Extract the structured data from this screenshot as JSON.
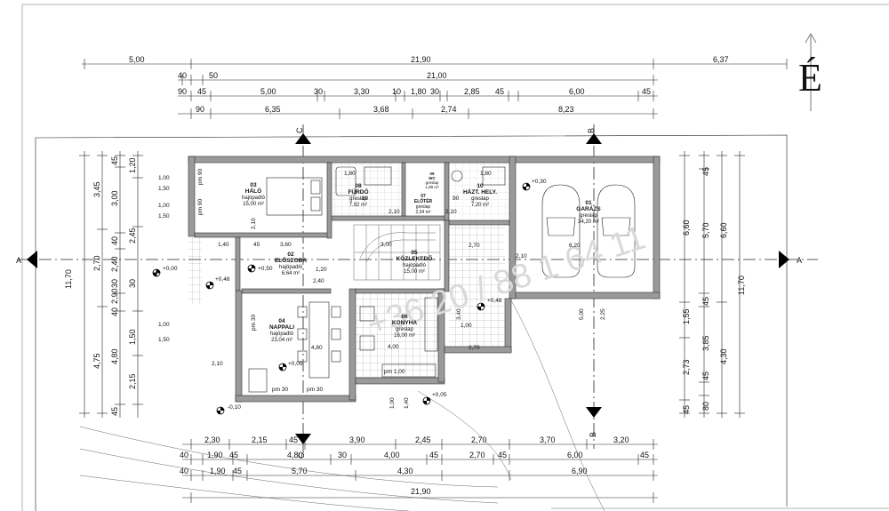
{
  "north": "É",
  "watermark": "+36 20 / 88 1 64 11",
  "sections": {
    "a": "A",
    "b": "B",
    "c": "C"
  },
  "top_dims": {
    "row1": [
      "5,00",
      "21,90",
      "6,37"
    ],
    "row2": [
      "40",
      "50",
      "21,00"
    ],
    "row3": [
      "90",
      "45",
      "5,00",
      "30",
      "3,30",
      "10",
      "1,80",
      "30",
      "2,85",
      "45",
      "6,00",
      "45"
    ],
    "row4": [
      "90",
      "6,35",
      "3,68",
      "2,74",
      "8,23"
    ]
  },
  "bottom_dims": {
    "row1": [
      "2,30",
      "2,15",
      "45",
      "3,90",
      "2,45",
      "2,70",
      "3,70",
      "3,20"
    ],
    "row2": [
      "40",
      "1,90",
      "45",
      "4,80",
      "30",
      "4,00",
      "45",
      "2,70",
      "45",
      "6,00",
      "45"
    ],
    "row3": [
      "40",
      "1,90",
      "45",
      "5,70",
      "4,30",
      "6,90"
    ],
    "row4": [
      "21,90"
    ]
  },
  "left_dims": {
    "outer": "11,70",
    "row2": [
      "3,45",
      "2,70",
      "4,75"
    ],
    "row3": [
      "45",
      "3,00",
      "40",
      "2,40",
      "30",
      "2,90",
      "40",
      "4,80",
      "45"
    ],
    "row4": [
      "1,20",
      "2,45",
      "30",
      "1,50",
      "2,15"
    ]
  },
  "right_dims": {
    "outer": "11,70",
    "row2": [
      "6,60",
      "1,55",
      "2,73",
      "45"
    ],
    "row3": [
      "45",
      "5,70",
      "45",
      "3,85",
      "45",
      "80"
    ],
    "row4": [
      "6,60",
      "4,30"
    ]
  },
  "rooms": [
    {
      "num": "03",
      "name": "HÁLÓ",
      "floor": "hajópadló",
      "area": "15,00 m²"
    },
    {
      "num": "08",
      "name": "FÜRDŐ",
      "floor": "greslap",
      "area": "7,92 m²"
    },
    {
      "num": "07",
      "name": "ELŐTÉR",
      "floor": "greslap",
      "area": "2,34 m²"
    },
    {
      "num": "10",
      "name": "HÁZT. HELY.",
      "floor": "greslap",
      "area": "7,20 m²"
    },
    {
      "num": "01",
      "name": "GARÁZS",
      "floor": "greslap",
      "area": "34,20 m²"
    },
    {
      "num": "02",
      "name": "ELŐSZOBA",
      "floor": "hajópadló",
      "area": "6,64 m²"
    },
    {
      "num": "05",
      "name": "KÖZLEKEDŐ",
      "floor": "hajópadló",
      "area": "15,00 m²"
    },
    {
      "num": "04",
      "name": "NAPPALI",
      "floor": "hajópadló",
      "area": "23,04 m²"
    },
    {
      "num": "06",
      "name": "KONYHA",
      "floor": "greslap",
      "area": "16,00 m²"
    },
    {
      "num": "09",
      "name": "WC",
      "floor": "greslap",
      "area": "1,89 m²"
    }
  ],
  "levels": [
    "+0,00",
    "+0,48",
    "+0,50",
    "+0,30",
    "+0,48",
    "+0,05",
    "+0,05",
    "-0,10"
  ],
  "inner_dims": [
    "1,00",
    "1,50",
    "1,00",
    "1,50",
    "1,00",
    "1,50",
    "2,10",
    "pm 90",
    "pm 90",
    "3,60",
    "45",
    "1,40",
    "1,20",
    "2,40",
    "3,00",
    "1,80",
    "1,80",
    "90",
    "90",
    "2,10",
    "2,10",
    "6,20",
    "2,10",
    "2,70",
    "4,80",
    "2,10",
    "pm 30",
    "pm 30",
    "pm 30",
    "4,00",
    "pm 1,00",
    "1,40",
    "1,00",
    "2,70",
    "3,40",
    "1,00",
    "5,00",
    "2,25"
  ]
}
